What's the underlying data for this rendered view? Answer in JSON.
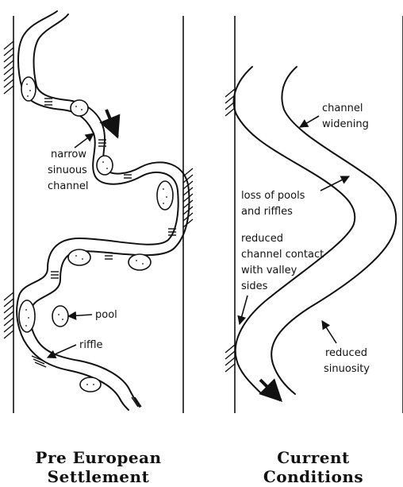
{
  "diagram": {
    "left_panel": {
      "caption_line1": "Pre European",
      "caption_line2": "Settlement",
      "labels": {
        "narrow1": "narrow",
        "narrow2": "sinuous",
        "narrow3": "channel",
        "pool": "pool",
        "riffle": "riffle"
      }
    },
    "right_panel": {
      "caption_line1": "Current",
      "caption_line2": "Conditions",
      "labels": {
        "widening1": "channel",
        "widening2": "widening",
        "loss1": "loss of pools",
        "loss2": "and riffles",
        "contact1": "reduced",
        "contact2": "channel contact",
        "contact3": "with valley",
        "contact4": "sides",
        "sinuosity1": "reduced",
        "sinuosity2": "sinuosity"
      }
    }
  }
}
